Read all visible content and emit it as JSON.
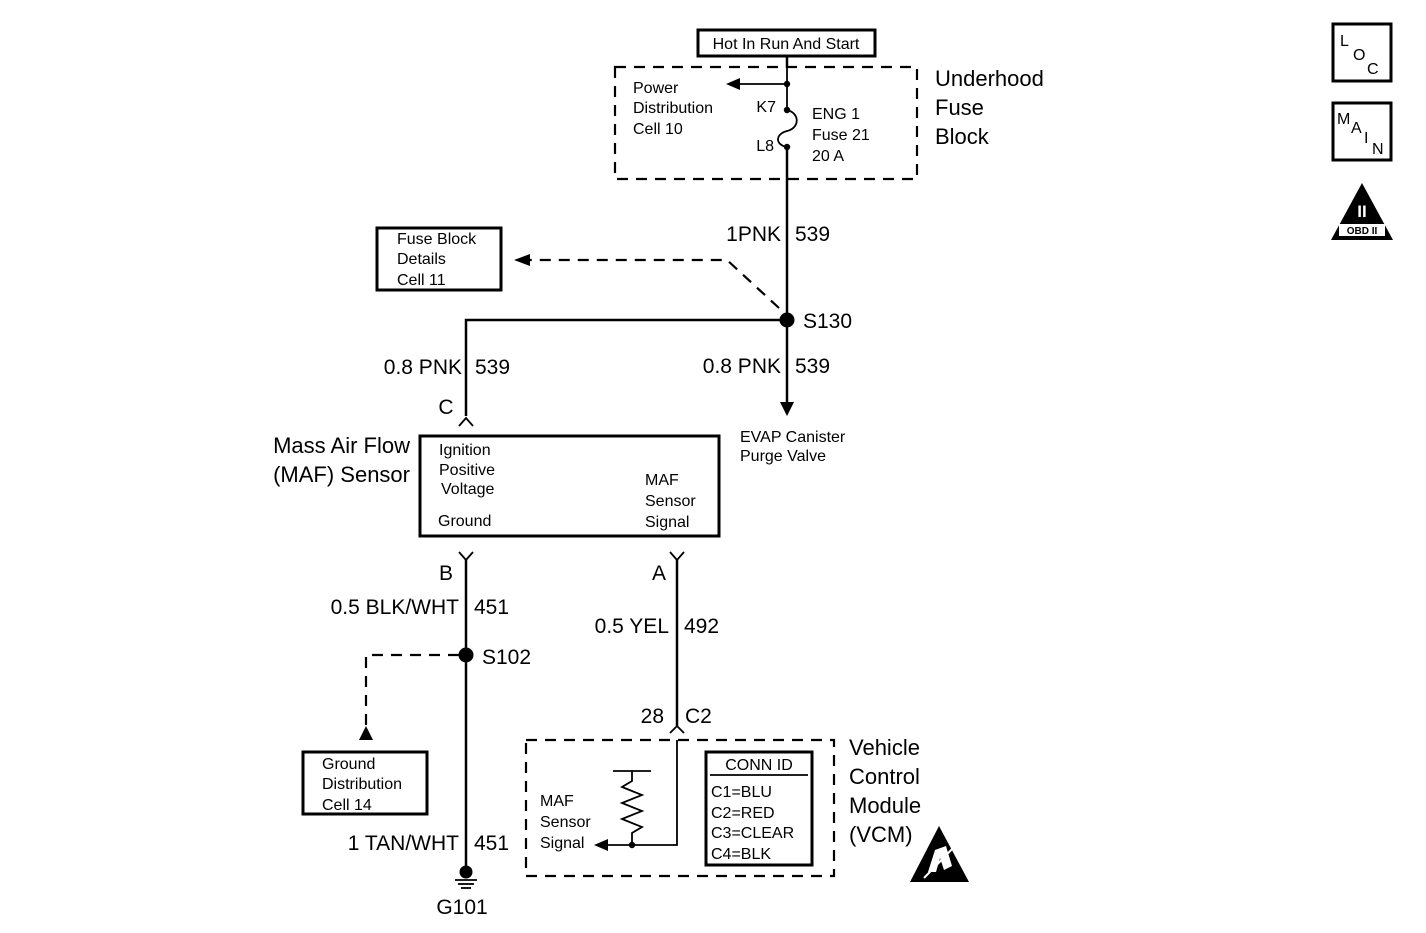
{
  "supply": {
    "label": "Hot In Run And Start"
  },
  "underhood": {
    "title_lines": [
      "Underhood",
      "Fuse",
      "Block"
    ],
    "power_ref_lines": [
      "Power",
      "Distribution",
      "Cell 10"
    ],
    "pin_top": "K7",
    "pin_bottom": "L8",
    "fuse_lines": [
      "ENG 1",
      "Fuse 21",
      "20 A"
    ]
  },
  "fuse_block_ref": {
    "lines": [
      "Fuse Block",
      "Details",
      "Cell 11"
    ]
  },
  "wires": {
    "main_feed": {
      "size_color": "1PNK",
      "circuit": "539"
    },
    "maf_feed": {
      "size_color": "0.8 PNK",
      "circuit": "539"
    },
    "evap_feed": {
      "size_color": "0.8 PNK",
      "circuit": "539"
    },
    "maf_ground": {
      "size_color": "0.5 BLK/WHT",
      "circuit": "451"
    },
    "maf_signal": {
      "size_color": "0.5 YEL",
      "circuit": "492"
    },
    "ground_main": {
      "size_color": "1 TAN/WHT",
      "circuit": "451"
    }
  },
  "splices": {
    "s130": "S130",
    "s102": "S102"
  },
  "evap": {
    "lines": [
      "EVAP Canister",
      "Purge Valve"
    ]
  },
  "maf": {
    "title_lines": [
      "Mass Air Flow",
      "(MAF) Sensor"
    ],
    "pin_c": "C",
    "pin_b": "B",
    "pin_a": "A",
    "ignition_lines": [
      "Ignition",
      "Positive",
      "Voltage"
    ],
    "ground_label": "Ground",
    "signal_lines": [
      "MAF",
      "Sensor",
      "Signal"
    ]
  },
  "ground_ref": {
    "lines": [
      "Ground",
      "Distribution",
      "Cell 14"
    ]
  },
  "ground": {
    "label": "G101"
  },
  "vcm": {
    "pin": "28",
    "connector": "C2",
    "title_lines": [
      "Vehicle",
      "Control",
      "Module",
      "(VCM)"
    ],
    "signal_lines": [
      "MAF",
      "Sensor",
      "Signal"
    ]
  },
  "conn_id": {
    "title": "CONN ID",
    "rows": [
      "C1=BLU",
      "C2=RED",
      "C3=CLEAR",
      "C4=BLK"
    ]
  },
  "icons": {
    "loc": {
      "letters": [
        "L",
        "O",
        "C"
      ],
      "name": "loc-icon"
    },
    "main": {
      "letters": [
        "M",
        "A",
        "I",
        "N"
      ],
      "name": "main-icon"
    },
    "obd": {
      "numeral": "II",
      "label": "OBD II",
      "name": "obd-ii-icon"
    },
    "esd": {
      "name": "esd-warning-icon"
    }
  }
}
